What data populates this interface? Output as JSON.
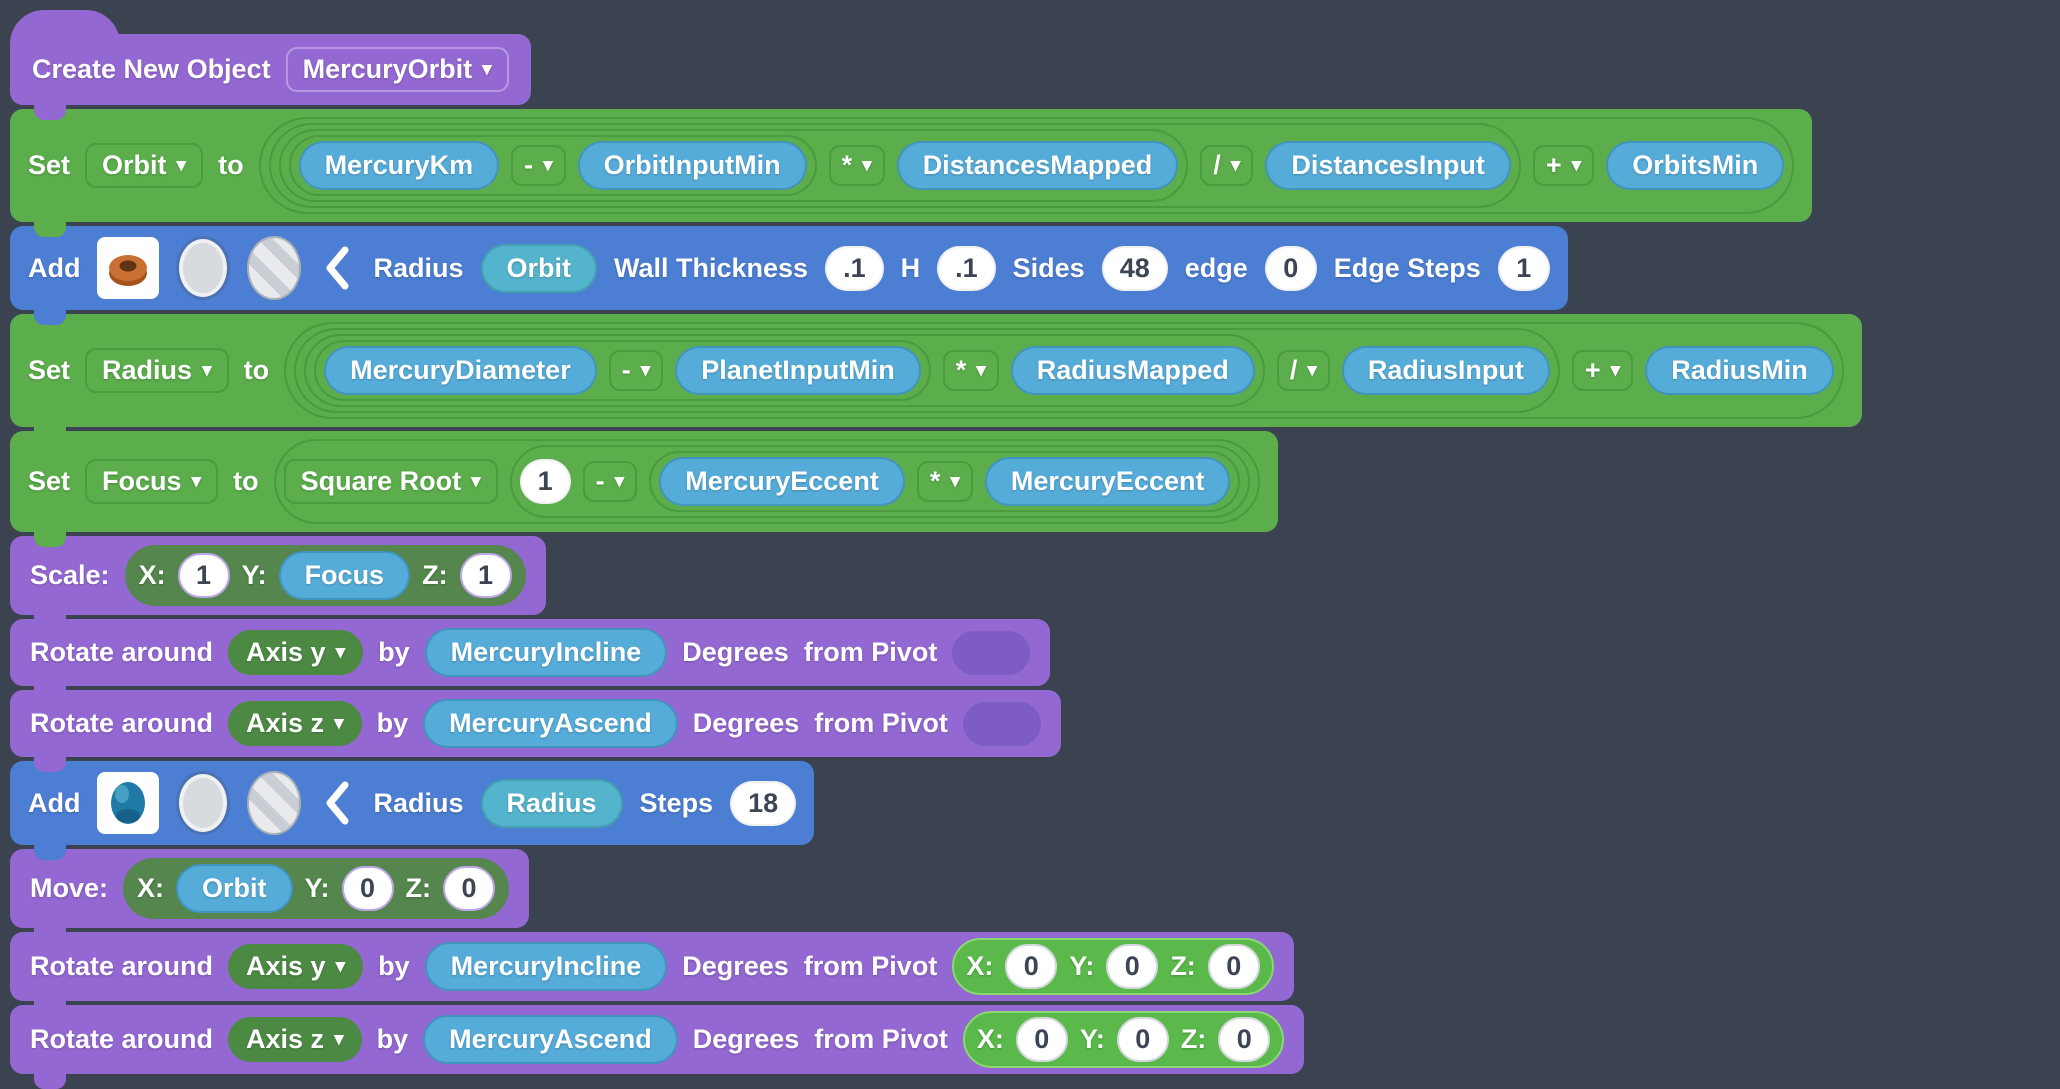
{
  "icons": {
    "caret_down": "▾"
  },
  "colors": {
    "background": "#3b4350",
    "purple_block": "#9468d2",
    "green_block": "#5bae4b",
    "blue_block": "#4c7ed3",
    "variable_pill": "#55acd9",
    "axis_dropdown": "#4c8a44",
    "vector_muted_green": "#54864d",
    "vector_bright_green": "#5ab94a"
  },
  "blocks": {
    "create_new_object": {
      "label": "Create New Object",
      "object_name": "MercuryOrbit"
    },
    "set_orbit": {
      "set_label": "Set",
      "variable": "Orbit",
      "to_label": "to",
      "expr": {
        "a": "MercuryKm",
        "op1": "-",
        "b": "OrbitInputMin",
        "op2": "*",
        "c": "DistancesMapped",
        "op3": "/",
        "d": "DistancesInput",
        "op4": "+",
        "e": "OrbitsMin"
      }
    },
    "add_torus": {
      "add_label": "Add",
      "radius_label": "Radius",
      "radius_value": "Orbit",
      "wall_thickness_label": "Wall Thickness",
      "wall_thickness_value": ".1",
      "h_label": "H",
      "h_value": ".1",
      "sides_label": "Sides",
      "sides_value": "48",
      "edge_label": "edge",
      "edge_value": "0",
      "edge_steps_label": "Edge Steps",
      "edge_steps_value": "1"
    },
    "set_radius": {
      "set_label": "Set",
      "variable": "Radius",
      "to_label": "to",
      "expr": {
        "a": "MercuryDiameter",
        "op1": "-",
        "b": "PlanetInputMin",
        "op2": "*",
        "c": "RadiusMapped",
        "op3": "/",
        "d": "RadiusInput",
        "op4": "+",
        "e": "RadiusMin"
      }
    },
    "set_focus": {
      "set_label": "Set",
      "variable": "Focus",
      "to_label": "to",
      "function_name": "Square Root",
      "expr": {
        "a": "1",
        "op1": "-",
        "b": "MercuryEccent",
        "op2": "*",
        "c": "MercuryEccent"
      }
    },
    "scale": {
      "label": "Scale:",
      "x_label": "X:",
      "x_value": "1",
      "y_label": "Y:",
      "y_variable": "Focus",
      "z_label": "Z:",
      "z_value": "1"
    },
    "rotate_incline_a": {
      "label": "Rotate around",
      "axis": "Axis y",
      "by_label": "by",
      "angle_variable": "MercuryIncline",
      "degrees_label": "Degrees",
      "pivot_label": "from Pivot"
    },
    "rotate_ascend_a": {
      "label": "Rotate around",
      "axis": "Axis z",
      "by_label": "by",
      "angle_variable": "MercuryAscend",
      "degrees_label": "Degrees",
      "pivot_label": "from Pivot"
    },
    "add_sphere": {
      "add_label": "Add",
      "radius_label": "Radius",
      "radius_value": "Radius",
      "steps_label": "Steps",
      "steps_value": "18"
    },
    "move": {
      "label": "Move:",
      "x_label": "X:",
      "x_variable": "Orbit",
      "y_label": "Y:",
      "y_value": "0",
      "z_label": "Z:",
      "z_value": "0"
    },
    "rotate_incline_b": {
      "label": "Rotate around",
      "axis": "Axis y",
      "by_label": "by",
      "angle_variable": "MercuryIncline",
      "degrees_label": "Degrees",
      "pivot_label": "from Pivot",
      "pivot": {
        "x_label": "X:",
        "x_value": "0",
        "y_label": "Y:",
        "y_value": "0",
        "z_label": "Z:",
        "z_value": "0"
      }
    },
    "rotate_ascend_b": {
      "label": "Rotate around",
      "axis": "Axis z",
      "by_label": "by",
      "angle_variable": "MercuryAscend",
      "degrees_label": "Degrees",
      "pivot_label": "from Pivot",
      "pivot": {
        "x_label": "X:",
        "x_value": "0",
        "y_label": "Y:",
        "y_value": "0",
        "z_label": "Z:",
        "z_value": "0"
      }
    }
  }
}
